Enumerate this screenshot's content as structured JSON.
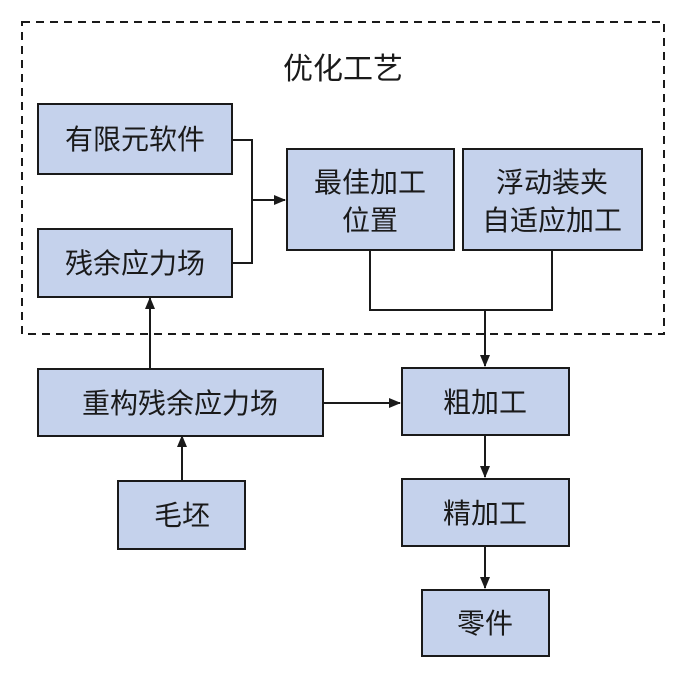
{
  "diagram": {
    "group_title": "优化工艺",
    "nodes": {
      "fem_software": "有限元软件",
      "residual_stress_field": "残余应力场",
      "best_position_line1": "最佳加工",
      "best_position_line2": "位置",
      "floating_fixture_line1": "浮动装夹",
      "floating_fixture_line2": "自适应加工",
      "reconstruct_stress": "重构残余应力场",
      "blank": "毛坯",
      "rough_machining": "粗加工",
      "finish_machining": "精加工",
      "part": "零件"
    }
  }
}
